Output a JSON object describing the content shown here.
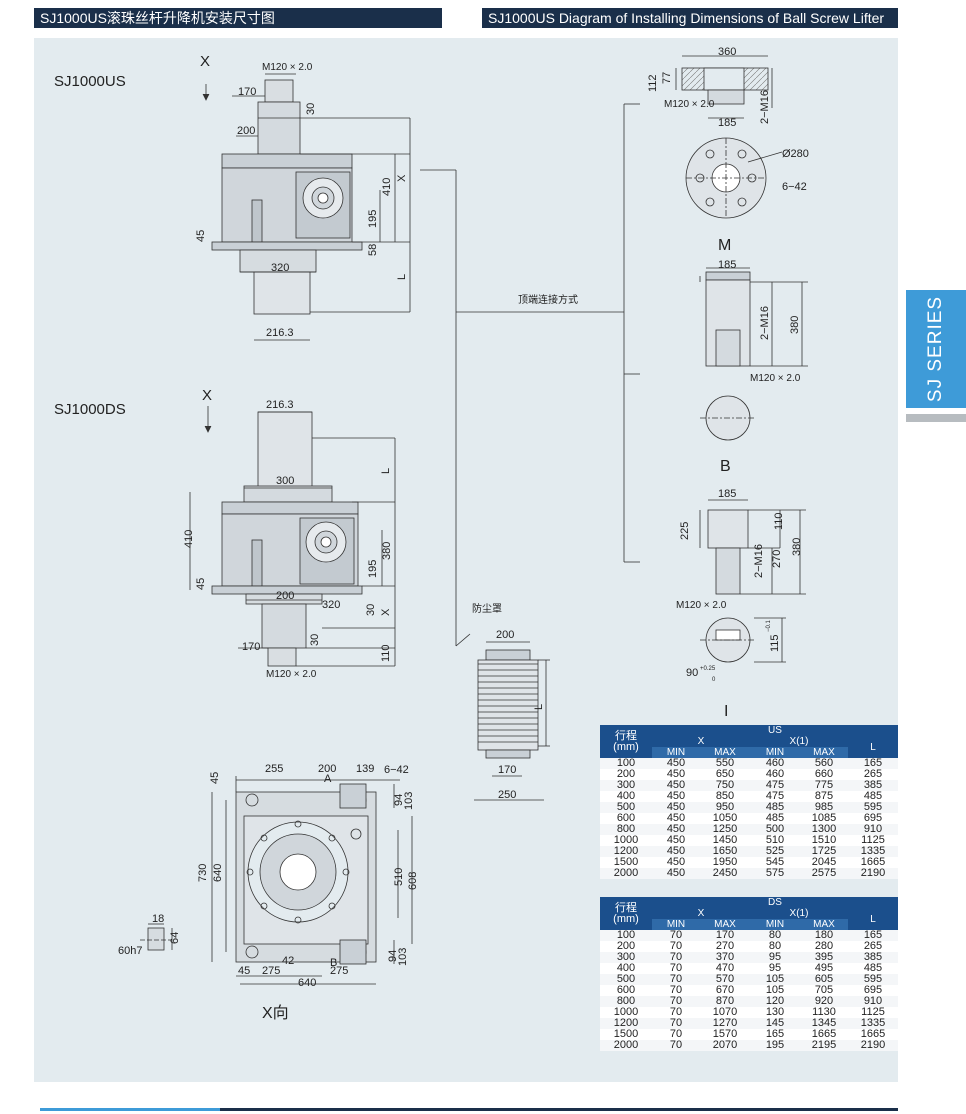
{
  "header": {
    "title_cn": "SJ1000US滚珠丝杆升降机安装尺寸图",
    "title_en": "SJ1000US Diagram of Installing Dimensions of Ball Screw Lifter"
  },
  "side_tab": {
    "label": "SJ SERIES"
  },
  "drawings": {
    "us_model": "SJ1000US",
    "ds_model": "SJ1000DS",
    "view_x": "X",
    "view_x_dir": "X向",
    "top_conn": "顶端连接方式",
    "dust_cover": "防尘罩",
    "label_m": "M",
    "label_b": "B",
    "label_i": "I",
    "dims": {
      "m120": "M120 × 2.0",
      "d170": "170",
      "d200": "200",
      "d30": "30",
      "d410": "410",
      "d195": "195",
      "d45": "45",
      "d58": "58",
      "d320": "320",
      "d2163": "216.3",
      "dx": "X",
      "dl": "L",
      "d300": "300",
      "d380": "380",
      "d110": "110",
      "d360": "360",
      "d112": "112",
      "d77": "77",
      "d185": "185",
      "d2m16": "2−M16",
      "d280": "Ø280",
      "d642": "6−42",
      "d225": "225",
      "d270": "270",
      "d115": "115",
      "d115sup": "−0.1",
      "d90": "90",
      "d90sup": "+0.25",
      "d90sub": "0",
      "d250": "250",
      "d255": "255",
      "d139": "139",
      "d730": "730",
      "d640": "640",
      "d510": "510",
      "d608": "608",
      "d94": "94",
      "d103": "103",
      "d42": "42",
      "d275": "275",
      "d18": "18",
      "d64": "64",
      "d60h7": "60h7",
      "la": "A",
      "lb": "B"
    }
  },
  "us_table": {
    "stroke_label": "行程",
    "stroke_unit": "(mm)",
    "group": "US",
    "col_x": "X",
    "col_x1": "X(1)",
    "col_l": "L",
    "min": "MIN",
    "max": "MAX",
    "rows": [
      [
        "100",
        "450",
        "550",
        "460",
        "560",
        "165"
      ],
      [
        "200",
        "450",
        "650",
        "460",
        "660",
        "265"
      ],
      [
        "300",
        "450",
        "750",
        "475",
        "775",
        "385"
      ],
      [
        "400",
        "450",
        "850",
        "475",
        "875",
        "485"
      ],
      [
        "500",
        "450",
        "950",
        "485",
        "985",
        "595"
      ],
      [
        "600",
        "450",
        "1050",
        "485",
        "1085",
        "695"
      ],
      [
        "800",
        "450",
        "1250",
        "500",
        "1300",
        "910"
      ],
      [
        "1000",
        "450",
        "1450",
        "510",
        "1510",
        "1125"
      ],
      [
        "1200",
        "450",
        "1650",
        "525",
        "1725",
        "1335"
      ],
      [
        "1500",
        "450",
        "1950",
        "545",
        "2045",
        "1665"
      ],
      [
        "2000",
        "450",
        "2450",
        "575",
        "2575",
        "2190"
      ]
    ]
  },
  "ds_table": {
    "stroke_label": "行程",
    "stroke_unit": "(mm)",
    "group": "DS",
    "col_x": "X",
    "col_x1": "X(1)",
    "col_l": "L",
    "min": "MIN",
    "max": "MAX",
    "rows": [
      [
        "100",
        "70",
        "170",
        "80",
        "180",
        "165"
      ],
      [
        "200",
        "70",
        "270",
        "80",
        "280",
        "265"
      ],
      [
        "300",
        "70",
        "370",
        "95",
        "395",
        "385"
      ],
      [
        "400",
        "70",
        "470",
        "95",
        "495",
        "485"
      ],
      [
        "500",
        "70",
        "570",
        "105",
        "605",
        "595"
      ],
      [
        "600",
        "70",
        "670",
        "105",
        "705",
        "695"
      ],
      [
        "800",
        "70",
        "870",
        "120",
        "920",
        "910"
      ],
      [
        "1000",
        "70",
        "1070",
        "130",
        "1130",
        "1125"
      ],
      [
        "1200",
        "70",
        "1270",
        "145",
        "1345",
        "1335"
      ],
      [
        "1500",
        "70",
        "1570",
        "165",
        "1665",
        "1665"
      ],
      [
        "2000",
        "70",
        "2070",
        "195",
        "2195",
        "2190"
      ]
    ]
  }
}
